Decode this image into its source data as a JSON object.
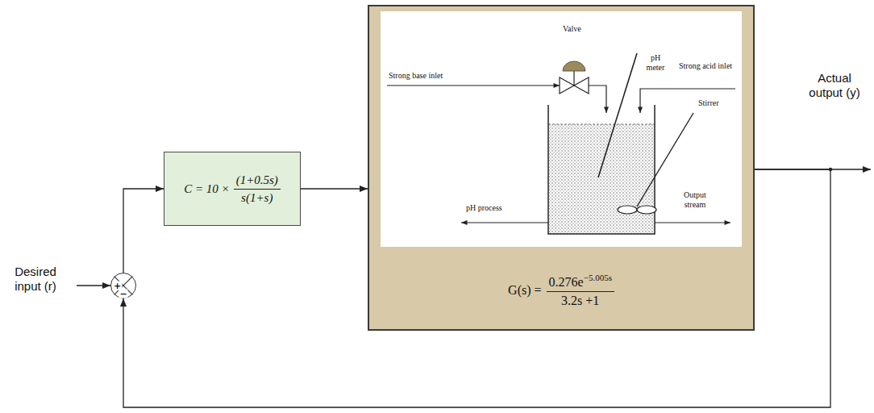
{
  "diagram": {
    "nodes": [
      {
        "text": [
          "+",
          "−"
        ]
      },
      {
        "text": [
          "C = 10 ×",
          "(1+0.5s)",
          "s(1+s)"
        ]
      },
      {
        "text": [
          "G(s) =",
          "0.276e",
          "−5.005s",
          "3.2s +1"
        ]
      }
    ],
    "edges": [
      {
        "from": 0,
        "to": 1,
        "arrow": "to"
      },
      {
        "from": 1,
        "to": 2,
        "arrow": "to"
      },
      {
        "from": 2,
        "to": 0,
        "arrow": "to"
      }
    ],
    "labels": [
      "Desired input (r)",
      "Actual output (y)",
      "Valve",
      "Strong base inlet",
      "pH meter",
      "Strong acid inlet",
      "Stirrer",
      "pH process",
      "Output stream"
    ]
  }
}
